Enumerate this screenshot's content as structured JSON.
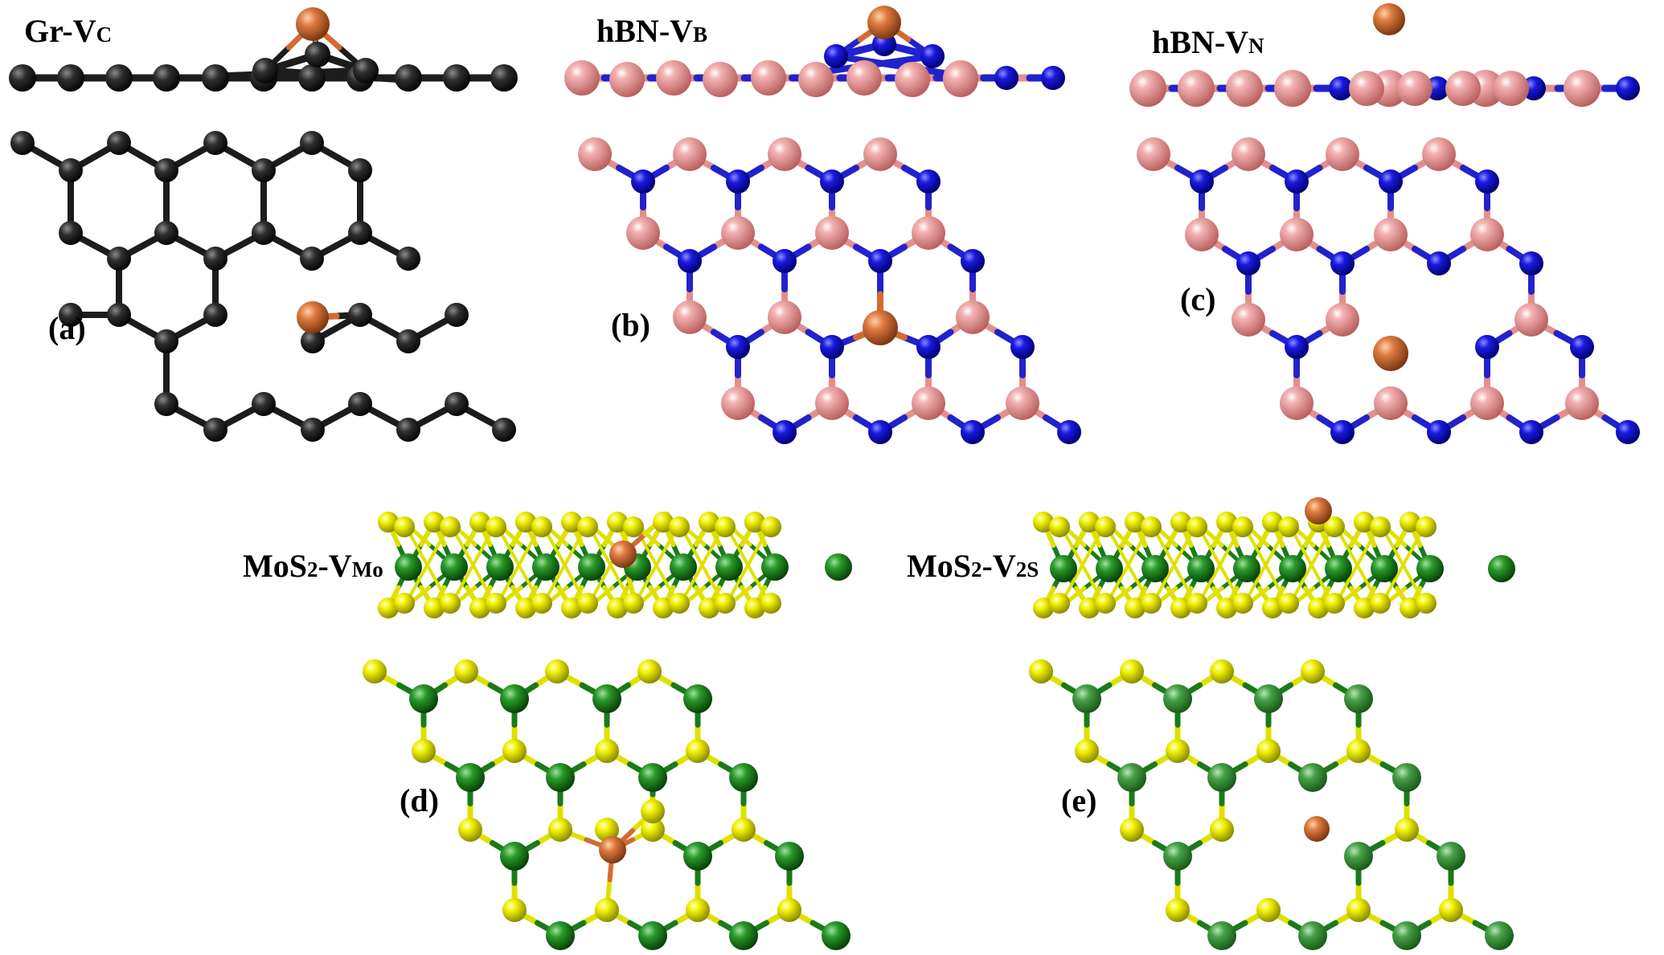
{
  "figure": {
    "panels": [
      {
        "id": "a",
        "tag": "(a)",
        "title": {
          "main": "Gr-V",
          "sub": "C"
        }
      },
      {
        "id": "b",
        "tag": "(b)",
        "title": {
          "main": "hBN-V",
          "sub": "B"
        }
      },
      {
        "id": "c",
        "tag": "(c)",
        "title": {
          "main": "hBN-V",
          "sub": "N"
        }
      },
      {
        "id": "d",
        "tag": "(d)",
        "title": {
          "main": "MoS",
          "sub1": "2",
          "main2": "-V",
          "sub2": "Mo"
        }
      },
      {
        "id": "e",
        "tag": "(e)",
        "title": {
          "main": "MoS",
          "sub1": "2",
          "main2": "-V",
          "sub2": "2S"
        }
      }
    ],
    "colors": {
      "carbon": "#2a2a2a",
      "boron": "#e89090",
      "nitrogen": "#1818d8",
      "molybdenum": "#1e8a1e",
      "sulfur": "#e6e600",
      "dopant": "#d8723a"
    },
    "atoms": {
      "carbon": "carbon-atom-icon",
      "boron": "boron-atom-icon",
      "nitrogen": "nitrogen-atom-icon",
      "molybdenum": "molybdenum-atom-icon",
      "sulfur": "sulfur-atom-icon",
      "dopant": "dopant-atom-icon"
    }
  }
}
